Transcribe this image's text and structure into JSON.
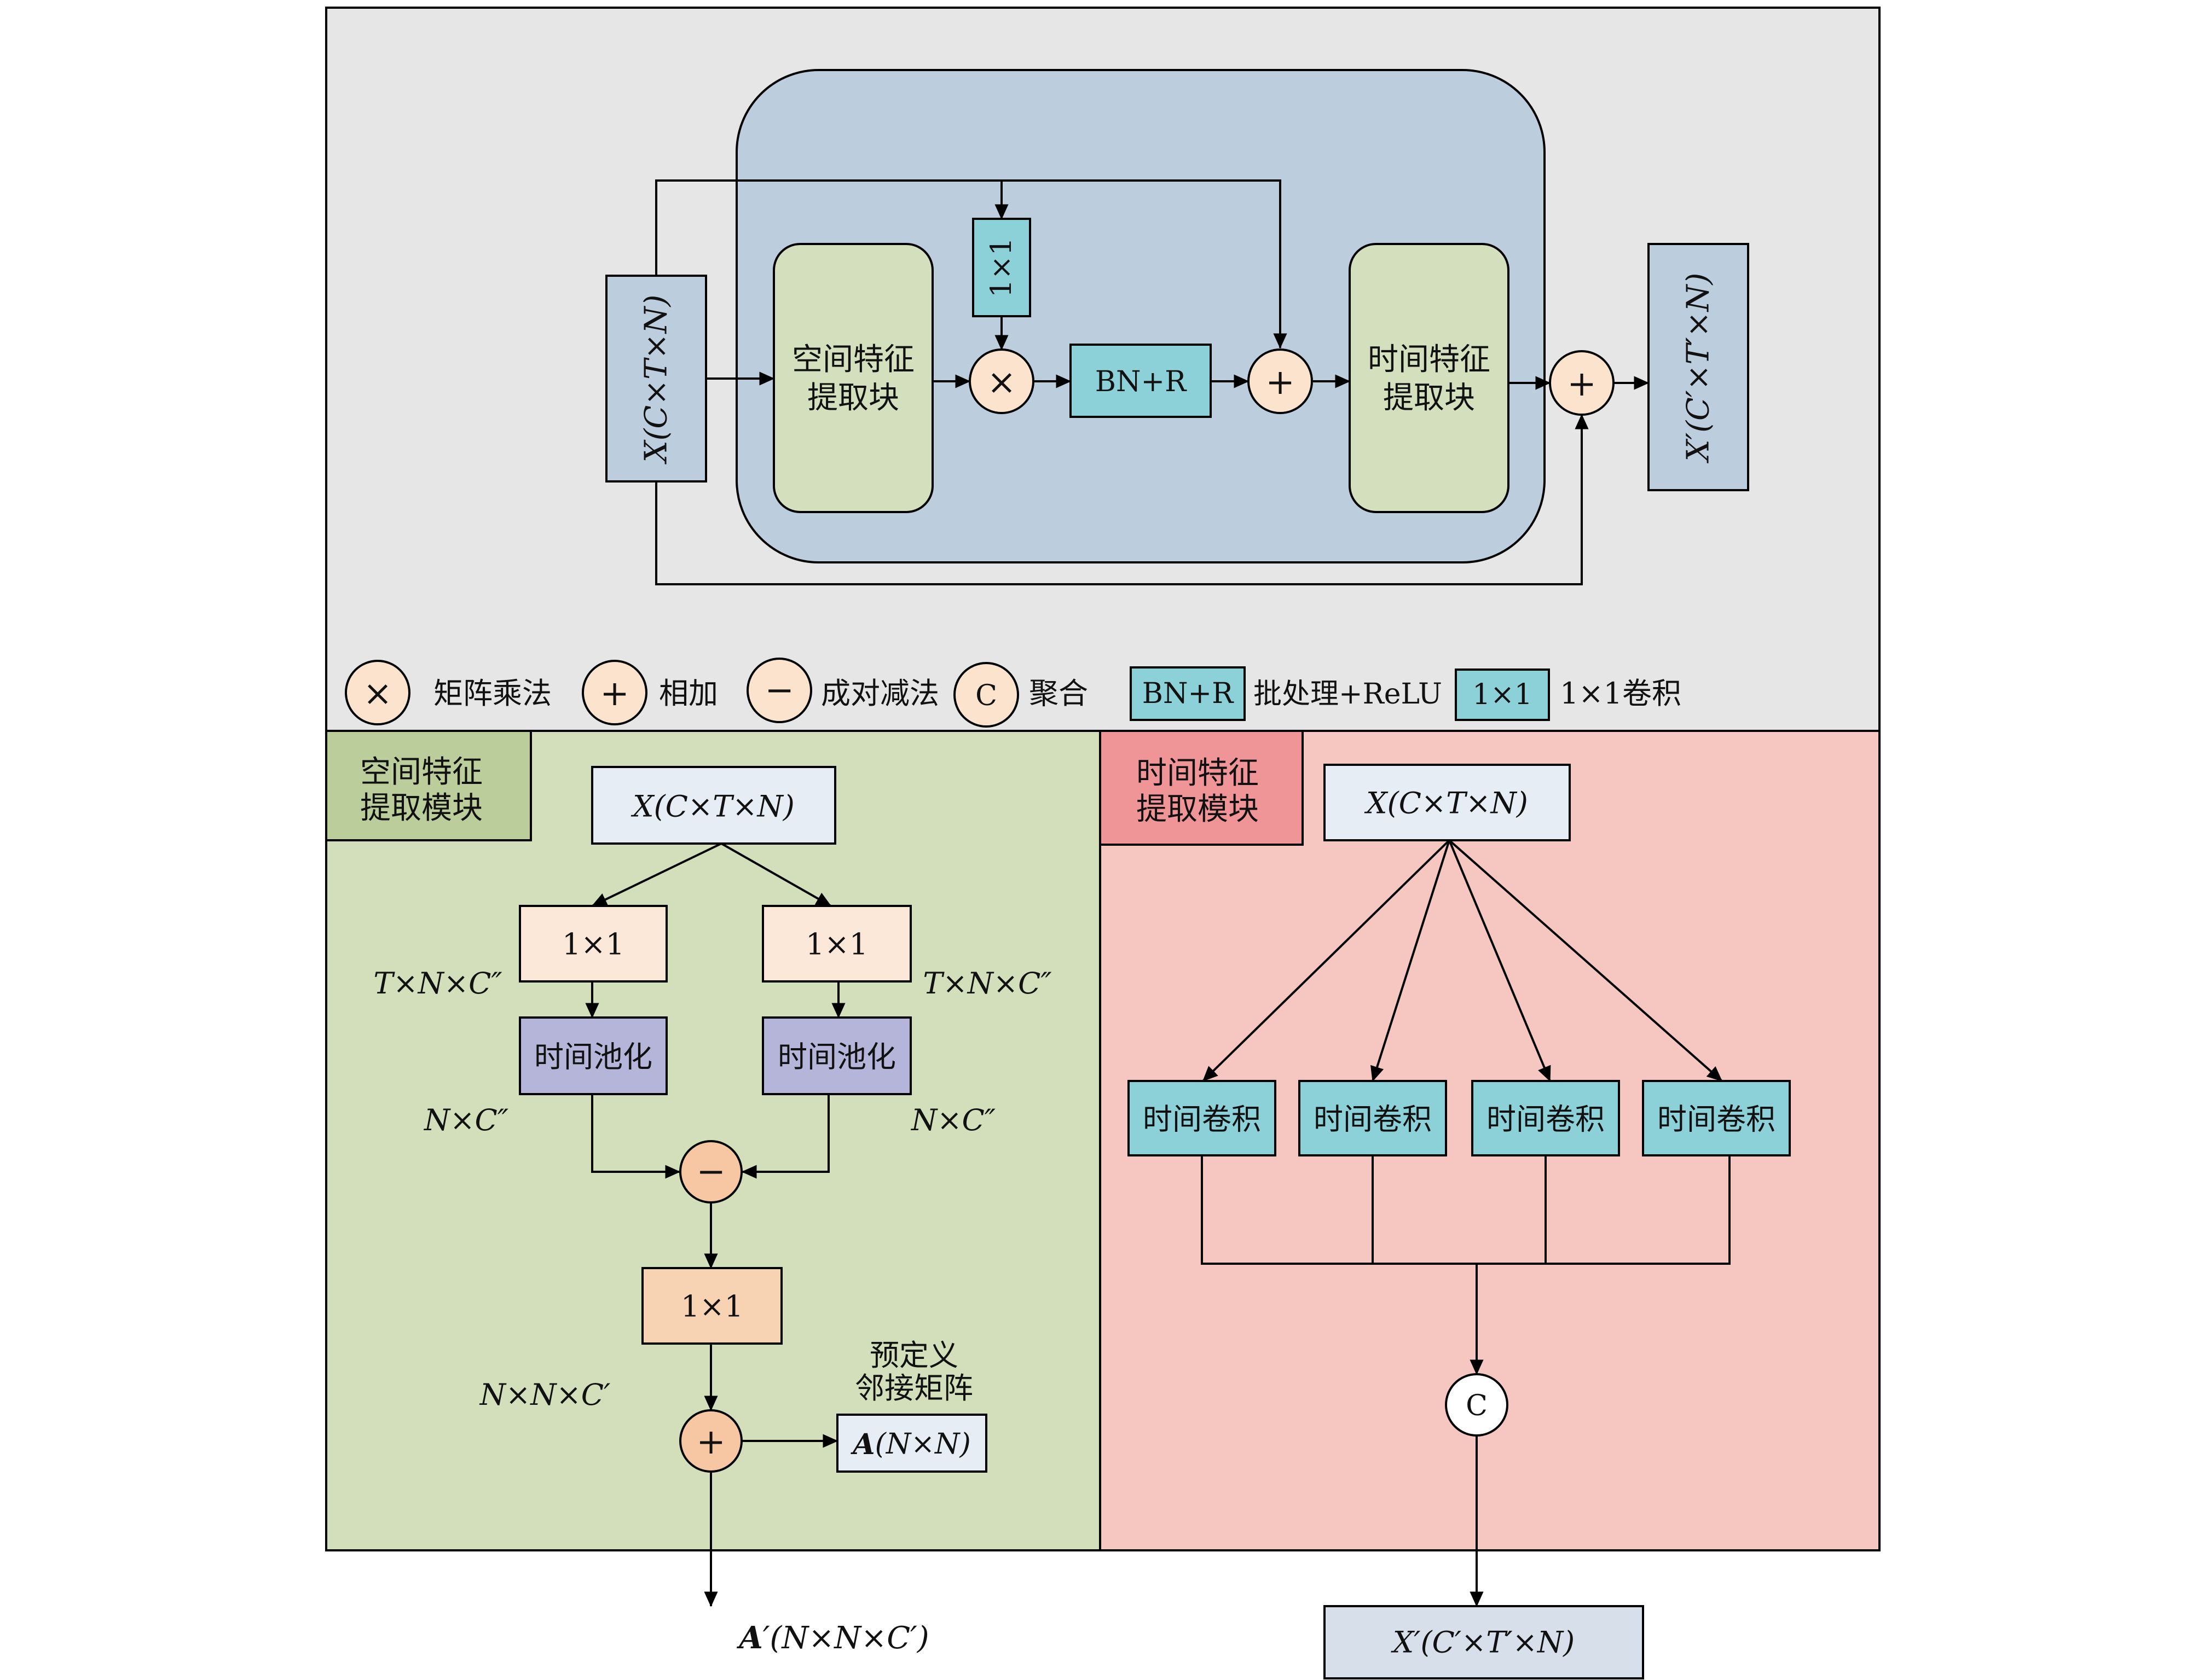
{
  "colors": {
    "top_panel": "#e6e6e6",
    "block_bg": "#bccddd",
    "feature_block": "#d4e0bd",
    "teal": "#8cd0d8",
    "circle": "#fbe3cd",
    "spatial_panel": "#d3dfbb",
    "spatial_tag": "#bccd9c",
    "temporal_panel": "#f6c6c1",
    "temporal_tag": "#f09597",
    "input_box": "#e7edf4",
    "conv_light": "#fbe8d8",
    "pool": "#b5b5da",
    "conv_orange": "#f7d2b3",
    "output_box": "#d7e0ea"
  },
  "top": {
    "input_label": "X(C×T×N)",
    "spatial_block": [
      "空间特征",
      "提取块"
    ],
    "conv_label": "1×1",
    "mult_symbol": "×",
    "bnr_label": "BN+R",
    "add_symbol": "+",
    "temporal_block": [
      "时间特征",
      "提取块"
    ],
    "output_label": "X′(C′×T′×N)"
  },
  "legend": {
    "mult_symbol": "×",
    "mult_text": "矩阵乘法",
    "add_symbol": "+",
    "add_text": "相加",
    "sub_symbol": "−",
    "sub_text": "成对减法",
    "concat_symbol": "C",
    "concat_text": "聚合",
    "bnr_box": "BN+R",
    "bnr_text": "批处理+ReLU",
    "conv_box": "1×1",
    "conv_text": "1×1卷积"
  },
  "spatial": {
    "tag": [
      "空间特征",
      "提取模块"
    ],
    "input": "X(C×T×N)",
    "conv_left": "1×1",
    "conv_right": "1×1",
    "dim_left_1": "T×N×C″",
    "dim_right_1": "T×N×C″",
    "pool_left": "时间池化",
    "pool_right": "时间池化",
    "dim_left_2": "N×C″",
    "dim_right_2": "N×C″",
    "sub_symbol": "−",
    "conv_mid": "1×1",
    "dim_mid": "N×N×C′",
    "add_symbol": "+",
    "predef_label": [
      "预定义",
      "邻接矩阵"
    ],
    "adj_box": "A(N×N)",
    "output": "A′(N×N×C′)"
  },
  "temporal": {
    "tag": [
      "时间特征",
      "提取模块"
    ],
    "input": "X(C×T×N)",
    "convs": [
      "时间卷积",
      "时间卷积",
      "时间卷积",
      "时间卷积"
    ],
    "concat_symbol": "C",
    "output": "X′(C′×T′×N)"
  }
}
